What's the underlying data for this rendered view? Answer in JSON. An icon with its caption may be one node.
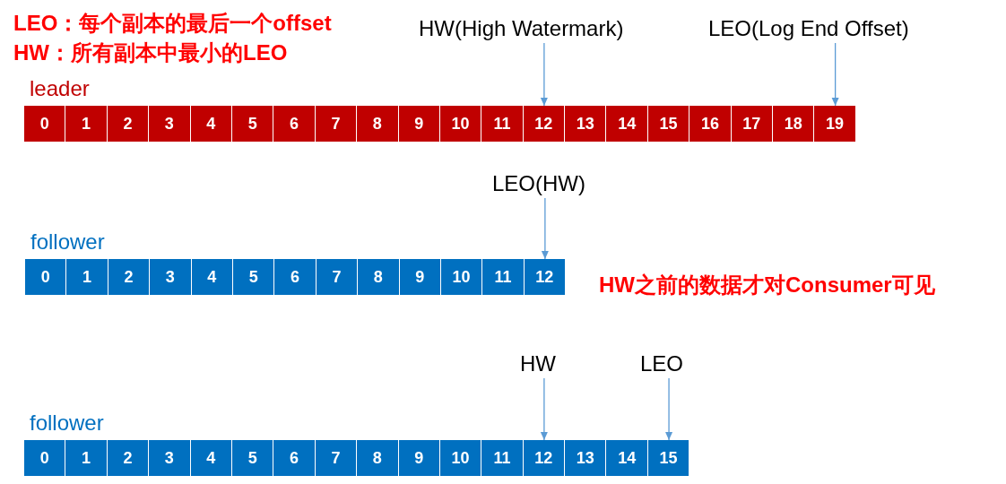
{
  "diagram": {
    "nodes": [
      {
        "text": [
          "leader"
        ]
      },
      {
        "text": [
          "0"
        ],
        "in": 0
      },
      {
        "text": [
          "1"
        ],
        "in": 0
      },
      {
        "text": [
          "2"
        ],
        "in": 0
      },
      {
        "text": [
          "3"
        ],
        "in": 0
      },
      {
        "text": [
          "4"
        ],
        "in": 0
      },
      {
        "text": [
          "5"
        ],
        "in": 0
      },
      {
        "text": [
          "6"
        ],
        "in": 0
      },
      {
        "text": [
          "7"
        ],
        "in": 0
      },
      {
        "text": [
          "8"
        ],
        "in": 0
      },
      {
        "text": [
          "9"
        ],
        "in": 0
      },
      {
        "text": [
          "10"
        ],
        "in": 0
      },
      {
        "text": [
          "11"
        ],
        "in": 0
      },
      {
        "text": [
          "12"
        ],
        "in": 0
      },
      {
        "text": [
          "13"
        ],
        "in": 0
      },
      {
        "text": [
          "14"
        ],
        "in": 0
      },
      {
        "text": [
          "15"
        ],
        "in": 0
      },
      {
        "text": [
          "16"
        ],
        "in": 0
      },
      {
        "text": [
          "17"
        ],
        "in": 0
      },
      {
        "text": [
          "18"
        ],
        "in": 0
      },
      {
        "text": [
          "19"
        ],
        "in": 0
      },
      {
        "text": [
          "HW(High Watermark)"
        ]
      },
      {
        "text": [
          "LEO(Log End Offset)"
        ]
      },
      {
        "text": [
          "follower"
        ]
      },
      {
        "text": [
          "0"
        ],
        "in": 23
      },
      {
        "text": [
          "1"
        ],
        "in": 23
      },
      {
        "text": [
          "2"
        ],
        "in": 23
      },
      {
        "text": [
          "3"
        ],
        "in": 23
      },
      {
        "text": [
          "4"
        ],
        "in": 23
      },
      {
        "text": [
          "5"
        ],
        "in": 23
      },
      {
        "text": [
          "6"
        ],
        "in": 23
      },
      {
        "text": [
          "7"
        ],
        "in": 23
      },
      {
        "text": [
          "8"
        ],
        "in": 23
      },
      {
        "text": [
          "9"
        ],
        "in": 23
      },
      {
        "text": [
          "10"
        ],
        "in": 23
      },
      {
        "text": [
          "11"
        ],
        "in": 23
      },
      {
        "text": [
          "12"
        ],
        "in": 23
      },
      {
        "text": [
          "LEO(HW)"
        ]
      },
      {
        "text": [
          "follower"
        ]
      },
      {
        "text": [
          "0"
        ],
        "in": 38
      },
      {
        "text": [
          "1"
        ],
        "in": 38
      },
      {
        "text": [
          "2"
        ],
        "in": 38
      },
      {
        "text": [
          "3"
        ],
        "in": 38
      },
      {
        "text": [
          "4"
        ],
        "in": 38
      },
      {
        "text": [
          "5"
        ],
        "in": 38
      },
      {
        "text": [
          "6"
        ],
        "in": 38
      },
      {
        "text": [
          "7"
        ],
        "in": 38
      },
      {
        "text": [
          "8"
        ],
        "in": 38
      },
      {
        "text": [
          "9"
        ],
        "in": 38
      },
      {
        "text": [
          "10"
        ],
        "in": 38
      },
      {
        "text": [
          "11"
        ],
        "in": 38
      },
      {
        "text": [
          "12"
        ],
        "in": 38
      },
      {
        "text": [
          "13"
        ],
        "in": 38
      },
      {
        "text": [
          "14"
        ],
        "in": 38
      },
      {
        "text": [
          "15"
        ],
        "in": 38
      },
      {
        "text": [
          "HW"
        ]
      },
      {
        "text": [
          "LEO"
        ]
      }
    ],
    "edges": [
      {
        "from": 21,
        "to": 13,
        "arrow": "to"
      },
      {
        "from": 22,
        "to": 20,
        "arrow": "to"
      },
      {
        "from": 37,
        "to": 36,
        "arrow": "to"
      },
      {
        "from": 55,
        "to": 51,
        "arrow": "to"
      },
      {
        "from": 56,
        "to": 54,
        "arrow": "to"
      }
    ],
    "labels": [
      "LEO：每个副本的最后一个offset",
      "HW：所有副本中最小的LEO",
      "HW之前的数据才对Consumer可见"
    ]
  }
}
